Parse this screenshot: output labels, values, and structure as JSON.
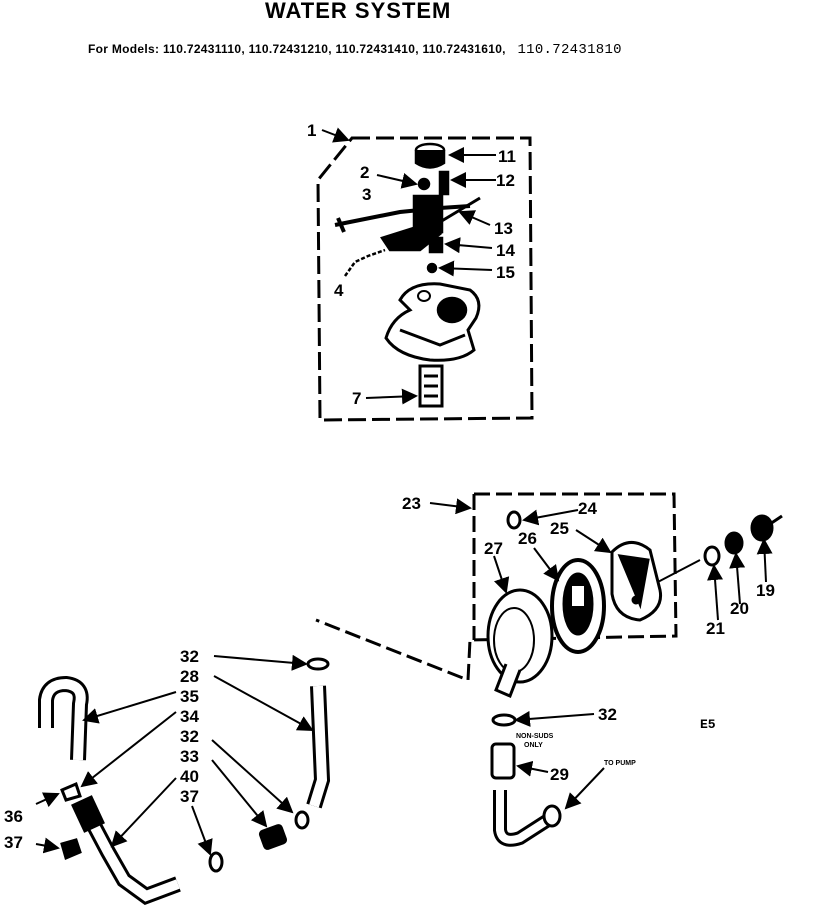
{
  "header": {
    "title": "WATER SYSTEM",
    "models_prefix": "For Models:",
    "models": "110.72431110, 110.72431210, 110.72431410, 110.72431610,",
    "model_extra": "110.72431810"
  },
  "callouts": {
    "p1": "1",
    "p2": "2",
    "p3": "3",
    "p4": "4",
    "p7": "7",
    "p11": "11",
    "p12": "12",
    "p13": "13",
    "p14": "14",
    "p15": "15",
    "p19": "19",
    "p20": "20",
    "p21": "21",
    "p23": "23",
    "p24": "24",
    "p25": "25",
    "p26": "26",
    "p27": "27",
    "p28": "28",
    "p29": "29",
    "p32a": "32",
    "p32b": "32",
    "p32c": "32",
    "p33": "33",
    "p34": "34",
    "p35": "35",
    "p36": "36",
    "p37a": "37",
    "p37b": "37",
    "p40": "40"
  },
  "notes": {
    "non_suds_1": "NON-SUDS",
    "non_suds_2": "ONLY",
    "to_pump": "TO PUMP",
    "code": "E5"
  },
  "colors": {
    "ink": "#000000",
    "paper": "#ffffff"
  }
}
